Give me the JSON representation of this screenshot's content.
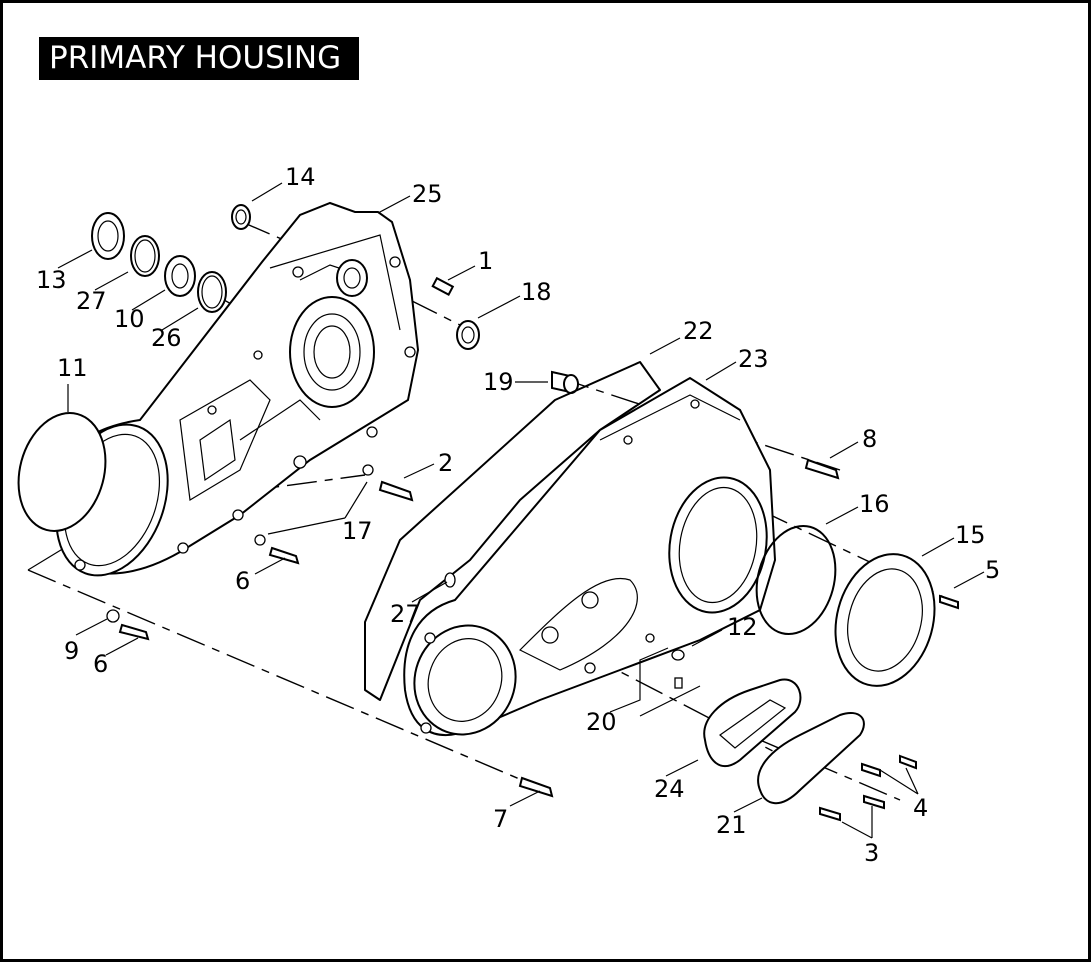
{
  "title": "PRIMARY HOUSING",
  "callouts": [
    {
      "id": "c14",
      "label": "14"
    },
    {
      "id": "c25",
      "label": "25"
    },
    {
      "id": "c13",
      "label": "13"
    },
    {
      "id": "c27a",
      "label": "27"
    },
    {
      "id": "c10",
      "label": "10"
    },
    {
      "id": "c26",
      "label": "26"
    },
    {
      "id": "c1",
      "label": "1"
    },
    {
      "id": "c18",
      "label": "18"
    },
    {
      "id": "c11",
      "label": "11"
    },
    {
      "id": "c22",
      "label": "22"
    },
    {
      "id": "c23",
      "label": "23"
    },
    {
      "id": "c19",
      "label": "19"
    },
    {
      "id": "c8",
      "label": "8"
    },
    {
      "id": "c2",
      "label": "2"
    },
    {
      "id": "c16",
      "label": "16"
    },
    {
      "id": "c17",
      "label": "17"
    },
    {
      "id": "c15",
      "label": "15"
    },
    {
      "id": "c5",
      "label": "5"
    },
    {
      "id": "c6a",
      "label": "6"
    },
    {
      "id": "c27b",
      "label": "27"
    },
    {
      "id": "c12",
      "label": "12"
    },
    {
      "id": "c9",
      "label": "9"
    },
    {
      "id": "c6b",
      "label": "6"
    },
    {
      "id": "c20",
      "label": "20"
    },
    {
      "id": "c24",
      "label": "24"
    },
    {
      "id": "c4",
      "label": "4"
    },
    {
      "id": "c7",
      "label": "7"
    },
    {
      "id": "c21",
      "label": "21"
    },
    {
      "id": "c3",
      "label": "3"
    }
  ]
}
